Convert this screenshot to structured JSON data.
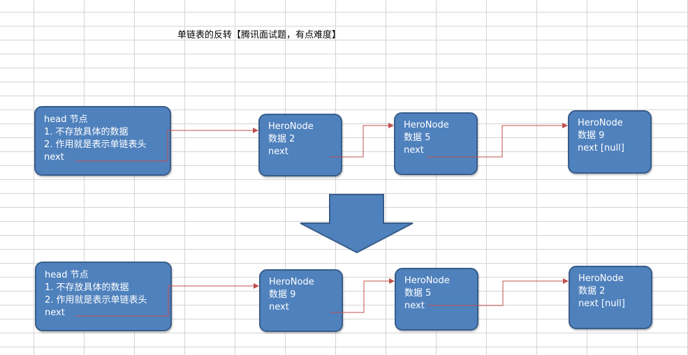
{
  "title": "单链表的反转【腾讯面试题，有点难度】",
  "top": {
    "head": [
      "head 节点",
      "1. 不存放具体的数据",
      "2. 作用就是表示单链表头",
      "next"
    ],
    "nodes": [
      [
        "HeroNode",
        "数据 2",
        "next"
      ],
      [
        "HeroNode",
        "数据 5",
        "next"
      ],
      [
        "HeroNode",
        "数据 9",
        "next [null]"
      ]
    ]
  },
  "bottom": {
    "head": [
      "head 节点",
      "1. 不存放具体的数据",
      "2. 作用就是表示单链表头",
      "next"
    ],
    "nodes": [
      [
        "HeroNode",
        "数据 9",
        "next"
      ],
      [
        "HeroNode",
        "数据 5",
        "next"
      ],
      [
        "HeroNode",
        "数据 2",
        "next [null]"
      ]
    ]
  },
  "colors": {
    "node_fill": "#4f81bd",
    "node_border": "#385d8a",
    "connector": "#c0504d",
    "arrow_fill": "#4f81bd"
  }
}
